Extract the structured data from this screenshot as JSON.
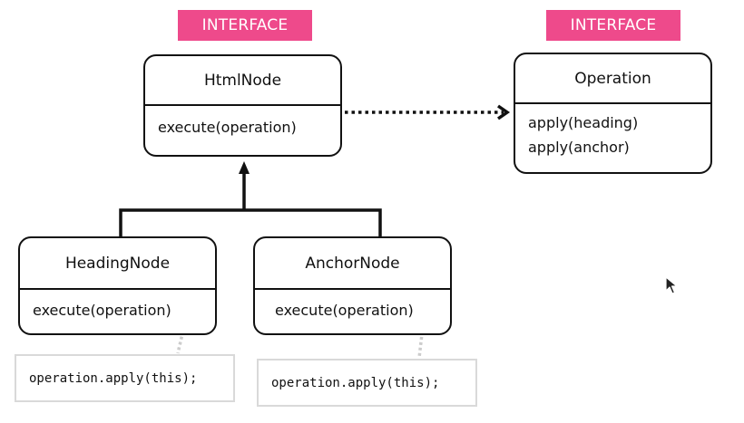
{
  "badges": {
    "left": "INTERFACE",
    "right": "INTERFACE"
  },
  "classes": {
    "html_node": {
      "name": "HtmlNode",
      "methods": [
        "execute(operation)"
      ]
    },
    "operation": {
      "name": "Operation",
      "methods": [
        "apply(heading)",
        "apply(anchor)"
      ]
    },
    "heading_node": {
      "name": "HeadingNode",
      "methods": [
        "execute(operation)"
      ]
    },
    "anchor_node": {
      "name": "AnchorNode",
      "methods": [
        "execute(operation)"
      ]
    }
  },
  "notes": {
    "heading": "operation.apply(this);",
    "anchor": "operation.apply(this);"
  },
  "colors": {
    "badge": "#ee4a8b",
    "stroke": "#111111",
    "note_border": "#d9d9d9",
    "connector_dots": "#cccccc"
  },
  "icons": {
    "cursor": "mouse-pointer-icon"
  }
}
